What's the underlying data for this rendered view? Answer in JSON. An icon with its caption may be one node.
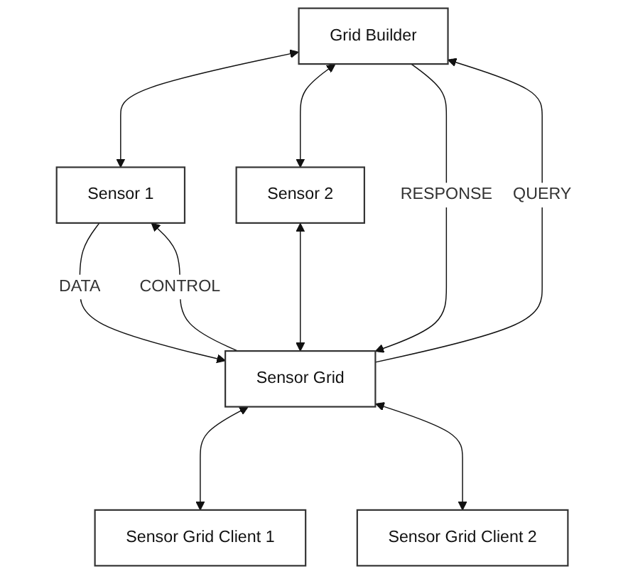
{
  "diagram": {
    "nodes": [
      {
        "text": [
          "Grid Builder"
        ]
      },
      {
        "text": [
          "Sensor 1"
        ]
      },
      {
        "text": [
          "Sensor 2"
        ]
      },
      {
        "text": [
          "Sensor Grid"
        ]
      },
      {
        "text": [
          "Sensor Grid Client 1"
        ]
      },
      {
        "text": [
          "Sensor Grid Client 2"
        ]
      }
    ],
    "edges": [
      {
        "from": 0,
        "to": 1,
        "arrow": "both"
      },
      {
        "from": 0,
        "to": 2,
        "arrow": "both"
      },
      {
        "from": 3,
        "to": 0,
        "arrow": "to",
        "label": "QUERY"
      },
      {
        "from": 0,
        "to": 3,
        "arrow": "to",
        "label": "RESPONSE"
      },
      {
        "from": 1,
        "to": 3,
        "arrow": "to",
        "label": "DATA"
      },
      {
        "from": 3,
        "to": 1,
        "arrow": "to",
        "label": "CONTROL"
      },
      {
        "from": 2,
        "to": 3,
        "arrow": "both"
      },
      {
        "from": 3,
        "to": 4,
        "arrow": "both"
      },
      {
        "from": 3,
        "to": 5,
        "arrow": "both"
      }
    ]
  }
}
